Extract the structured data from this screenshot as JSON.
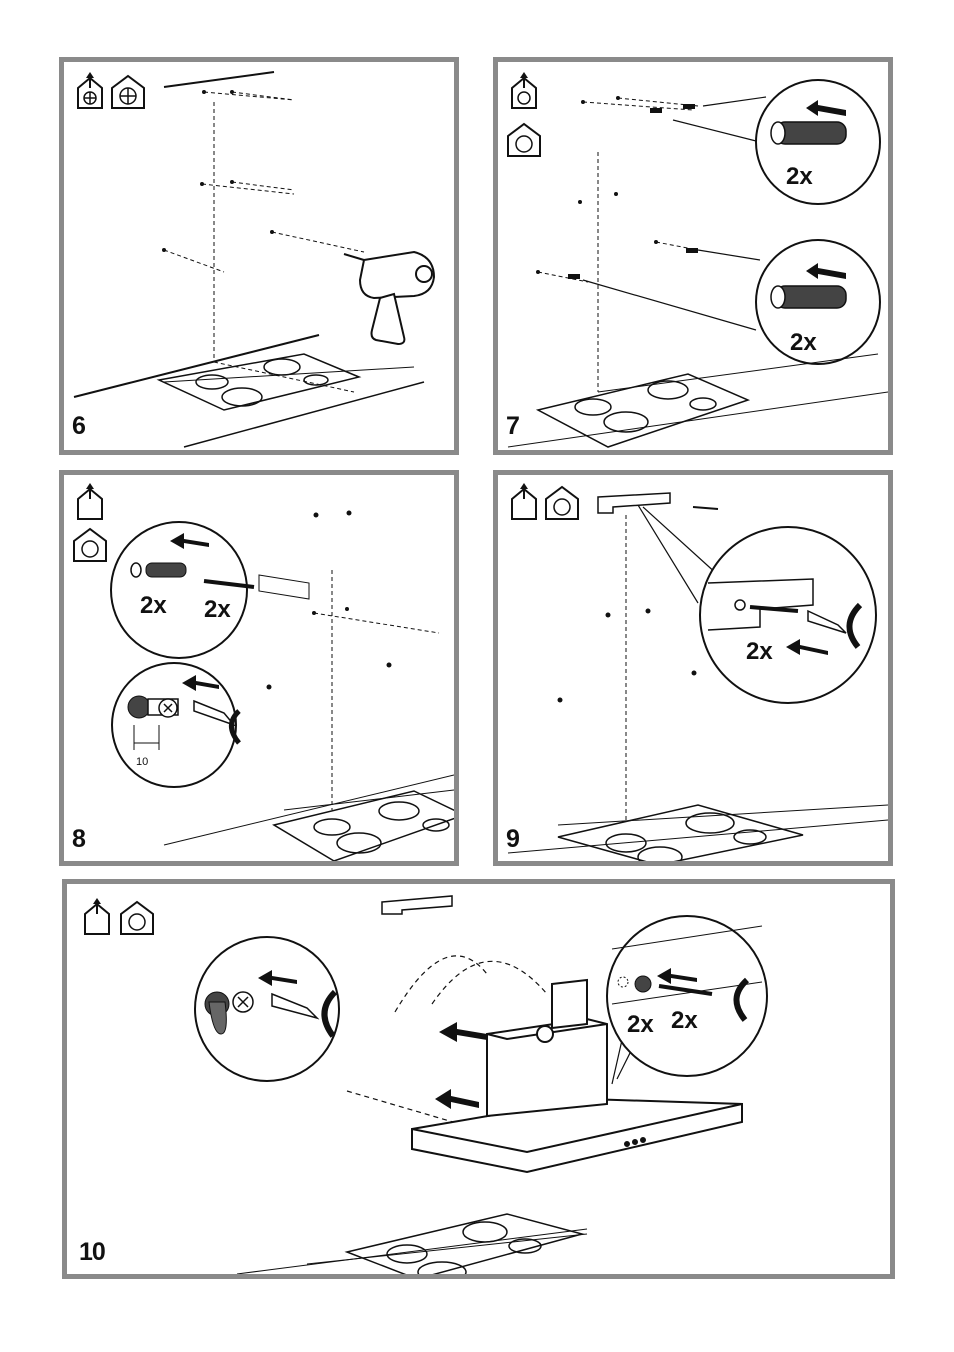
{
  "steps": [
    {
      "number": "6"
    },
    {
      "number": "7",
      "callouts": [
        "2x",
        "2x"
      ]
    },
    {
      "number": "8",
      "callouts": [
        "2x",
        "2x"
      ],
      "dimension": "10"
    },
    {
      "number": "9",
      "callouts": [
        "2x"
      ]
    },
    {
      "number": "10",
      "callouts": [
        "2x",
        "2x"
      ]
    }
  ],
  "icons": [
    "house-extract-fan-icon",
    "house-recirculation-fan-icon"
  ],
  "colors": {
    "frame": "#8a8a8a",
    "ink": "#111111"
  }
}
